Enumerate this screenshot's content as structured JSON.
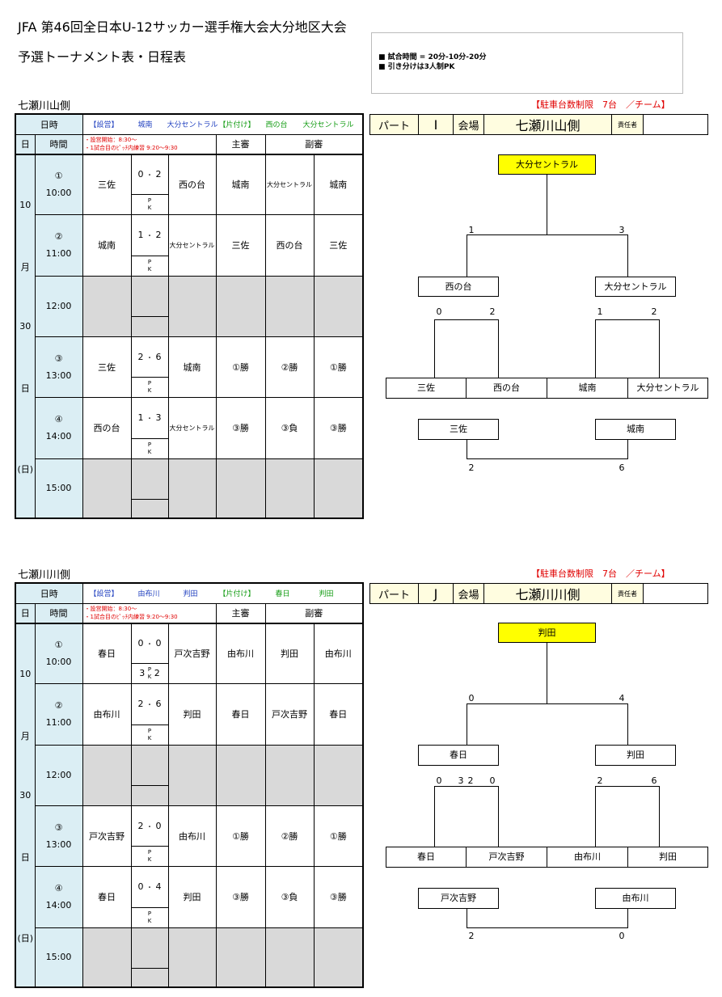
{
  "header": {
    "title": "JFA 第46回全日本U-12サッカー選手権大会大分地区大会",
    "subtitle": "予選トーナメント表・日程表",
    "notes": [
      "■ 試合時間 = 20分-10分-20分",
      "■ 引き分けは3人制PK"
    ]
  },
  "sections": [
    {
      "venue_title": "七瀬川山側",
      "parking": "【駐車台数制限　7台　／チーム】",
      "hdr": {
        "datetime": "日時",
        "setup": "【設営】",
        "setup_t1": "城南",
        "setup_t2": "大分セントラル",
        "cleanup": "【片付け】",
        "cleanup_t1": "西の台",
        "cleanup_t2": "大分セントラル",
        "day": "日",
        "time": "時間",
        "note1": "・設営開始：8:30～",
        "note2": "・1試合目のﾋﾟｯﾁ内練習 9:20～9:30",
        "referee": "主審",
        "sub_referee": "副審"
      },
      "date_labels": {
        "d10": "10",
        "month": "月",
        "d30": "30",
        "day": "日",
        "dow": "(日)"
      },
      "rows": [
        {
          "no": "①",
          "time": "10:00",
          "home": "三佐",
          "sh": "0",
          "dot": "・",
          "sa": "2",
          "pk1": "P",
          "pk2": "K",
          "pkl": "",
          "pkr": "",
          "away": "西の台",
          "ref": "城南",
          "sub1": "大分セントラル",
          "sub2": "城南"
        },
        {
          "no": "②",
          "time": "11:00",
          "home": "城南",
          "sh": "1",
          "dot": "・",
          "sa": "2",
          "pk1": "P",
          "pk2": "K",
          "pkl": "",
          "pkr": "",
          "away": "大分セントラル",
          "ref": "三佐",
          "sub1": "西の台",
          "sub2": "三佐"
        },
        {
          "time": "12:00"
        },
        {
          "no": "③",
          "time": "13:00",
          "home": "三佐",
          "sh": "2",
          "dot": "・",
          "sa": "6",
          "pk1": "P",
          "pk2": "K",
          "pkl": "",
          "pkr": "",
          "away": "城南",
          "ref": "①勝",
          "sub1": "②勝",
          "sub2": "①勝"
        },
        {
          "no": "④",
          "time": "14:00",
          "home": "西の台",
          "sh": "1",
          "dot": "・",
          "sa": "3",
          "pk1": "P",
          "pk2": "K",
          "pkl": "",
          "pkr": "",
          "away": "大分セントラル",
          "ref": "③勝",
          "sub1": "③負",
          "sub2": "③勝"
        },
        {
          "time": "15:00"
        }
      ],
      "part": {
        "label": "パート",
        "letter": "Ⅰ",
        "venue_label": "会場",
        "venue": "七瀬川山側",
        "manager": "責任者"
      },
      "bracket": {
        "champion": "大分セントラル",
        "final_l": "1",
        "final_r": "3",
        "semi_l": "西の台",
        "semi_r": "大分セントラル",
        "s1l": "0",
        "s1r": "2",
        "s2l": "1",
        "s2r": "2",
        "teams": [
          "三佐",
          "西の台",
          "城南",
          "大分セントラル"
        ],
        "third_l": "三佐",
        "third_r": "城南",
        "third_sl": "2",
        "third_sr": "6"
      }
    },
    {
      "venue_title": "七瀬川川側",
      "parking": "【駐車台数制限　7台　／チーム】",
      "hdr": {
        "datetime": "日時",
        "setup": "【設営】",
        "setup_t1": "由布川",
        "setup_t2": "判田",
        "cleanup": "【片付け】",
        "cleanup_t1": "春日",
        "cleanup_t2": "判田",
        "day": "日",
        "time": "時間",
        "note1": "・設営開始：8:30～",
        "note2": "・1試合目のﾋﾟｯﾁ内練習 9:20～9:30",
        "referee": "主審",
        "sub_referee": "副審"
      },
      "date_labels": {
        "d10": "10",
        "month": "月",
        "d30": "30",
        "day": "日",
        "dow": "(日)"
      },
      "rows": [
        {
          "no": "①",
          "time": "10:00",
          "home": "春日",
          "sh": "0",
          "dot": "・",
          "sa": "0",
          "pk1": "P",
          "pk2": "K",
          "pkl": "3",
          "pkr": "2",
          "away": "戸次吉野",
          "ref": "由布川",
          "sub1": "判田",
          "sub2": "由布川"
        },
        {
          "no": "②",
          "time": "11:00",
          "home": "由布川",
          "sh": "2",
          "dot": "・",
          "sa": "6",
          "pk1": "P",
          "pk2": "K",
          "pkl": "",
          "pkr": "",
          "away": "判田",
          "ref": "春日",
          "sub1": "戸次吉野",
          "sub2": "春日"
        },
        {
          "time": "12:00"
        },
        {
          "no": "③",
          "time": "13:00",
          "home": "戸次吉野",
          "sh": "2",
          "dot": "・",
          "sa": "0",
          "pk1": "P",
          "pk2": "K",
          "pkl": "",
          "pkr": "",
          "away": "由布川",
          "ref": "①勝",
          "sub1": "②勝",
          "sub2": "①勝"
        },
        {
          "no": "④",
          "time": "14:00",
          "home": "春日",
          "sh": "0",
          "dot": "・",
          "sa": "4",
          "pk1": "P",
          "pk2": "K",
          "pkl": "",
          "pkr": "",
          "away": "判田",
          "ref": "③勝",
          "sub1": "③負",
          "sub2": "③勝"
        },
        {
          "time": "15:00"
        }
      ],
      "part": {
        "label": "パート",
        "letter": "J",
        "venue_label": "会場",
        "venue": "七瀬川川側",
        "manager": "責任者"
      },
      "bracket": {
        "champion": "判田",
        "final_l": "0",
        "final_r": "4",
        "semi_l": "春日",
        "semi_r": "判田",
        "s1l": "0",
        "s1pk": "3",
        "s1pk2": "2",
        "s1r": "0",
        "s2l": "2",
        "s2r": "6",
        "teams": [
          "春日",
          "戸次吉野",
          "由布川",
          "判田"
        ],
        "third_l": "戸次吉野",
        "third_r": "由布川",
        "third_sl": "2",
        "third_sr": "0"
      }
    }
  ]
}
